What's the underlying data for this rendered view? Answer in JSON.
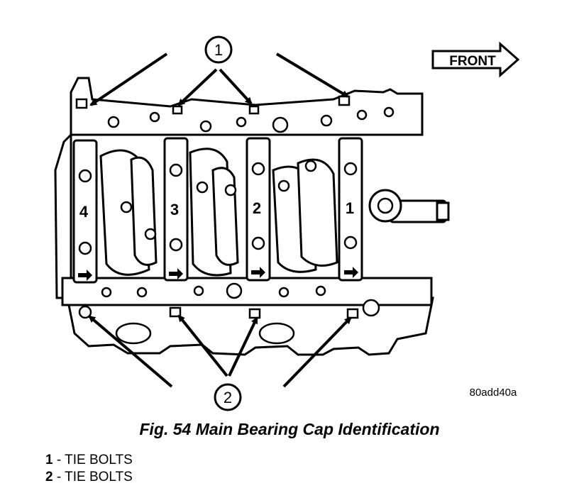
{
  "callouts": {
    "one": "1",
    "two": "2"
  },
  "front_label": "FRONT",
  "cap_numbers": [
    "4",
    "3",
    "2",
    "1"
  ],
  "image_code": "80add40a",
  "caption": "Fig. 54 Main Bearing Cap Identification",
  "legend": [
    {
      "number": "1",
      "text": " - TIE BOLTS"
    },
    {
      "number": "2",
      "text": " - TIE BOLTS"
    }
  ]
}
